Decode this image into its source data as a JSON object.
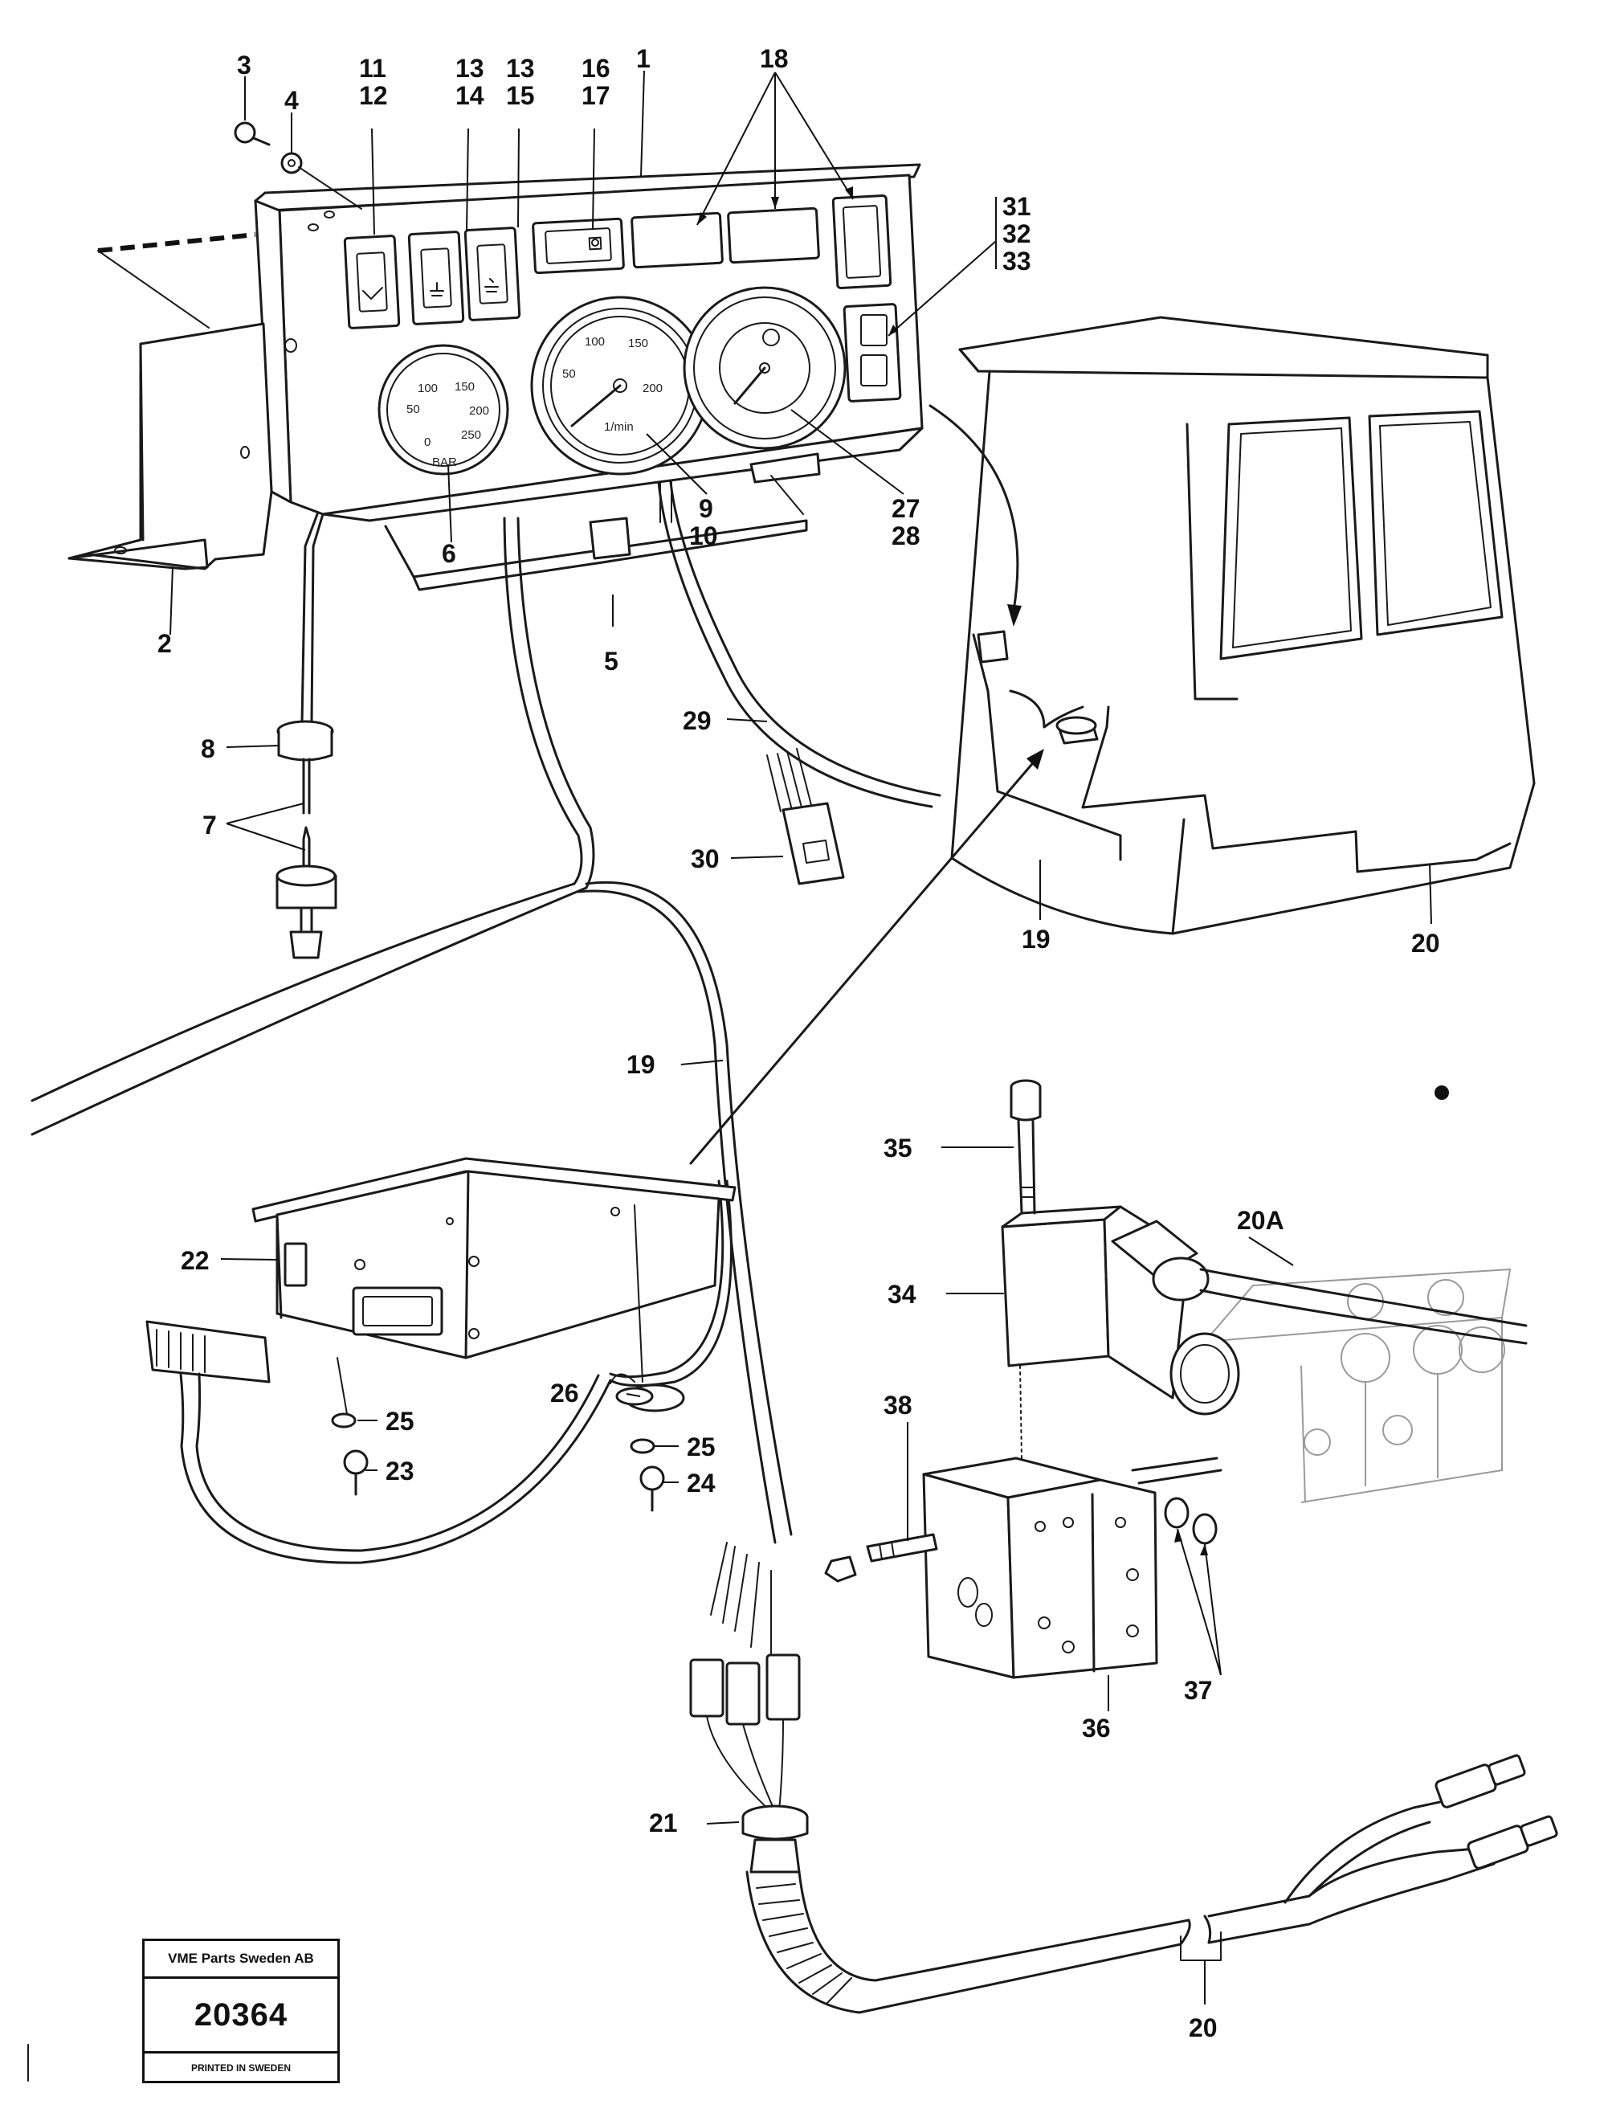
{
  "callouts": {
    "c1": "1",
    "c2": "2",
    "c3": "3",
    "c4": "4",
    "c5": "5",
    "c6": "6",
    "c7": "7",
    "c8": "8",
    "c9": "9",
    "c10": "10",
    "c11": "11",
    "c12": "12",
    "c13a": "13",
    "c14": "14",
    "c13b": "13",
    "c15": "15",
    "c16": "16",
    "c17": "17",
    "c18": "18",
    "c19a": "19",
    "c19b": "19",
    "c20a": "20",
    "c20b": "20",
    "c20A": "20A",
    "c21": "21",
    "c22": "22",
    "c23": "23",
    "c24": "24",
    "c25a": "25",
    "c25b": "25",
    "c26": "26",
    "c27": "27",
    "c28": "28",
    "c29": "29",
    "c30": "30",
    "c31": "31",
    "c32": "32",
    "c33": "33",
    "c34": "34",
    "c35": "35",
    "c36": "36",
    "c37": "37",
    "c38": "38"
  },
  "gauges": {
    "pressure": {
      "ticks": [
        "0",
        "50",
        "100",
        "150",
        "200",
        "250"
      ],
      "unit": "BAR"
    },
    "tachometer": {
      "ticks": [
        "50",
        "100",
        "150",
        "200"
      ],
      "unit": "1/min"
    }
  },
  "stamp": {
    "company": "VME Parts Sweden AB",
    "number": "20364",
    "printed": "PRINTED IN SWEDEN"
  }
}
